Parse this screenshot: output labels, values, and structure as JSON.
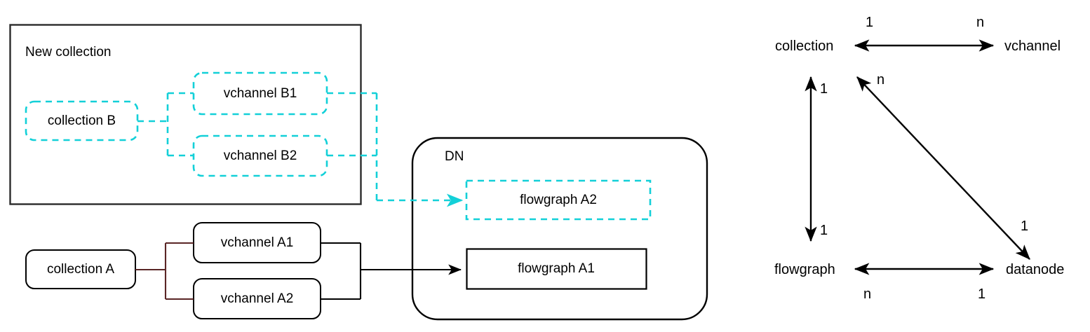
{
  "diagram": {
    "title_hidden": "",
    "colors": {
      "cyan": "#13d0d8",
      "maroon": "#5a2626",
      "black": "#000000",
      "box_border": "#2b2b2b",
      "background": "#ffffff"
    },
    "left": {
      "new_collection_group": "New collection",
      "dn_group": "DN",
      "collection_b": "collection B",
      "vchannel_b1": "vchannel B1",
      "vchannel_b2": "vchannel B2",
      "collection_a": "collection A",
      "vchannel_a1": "vchannel A1",
      "vchannel_a2": "vchannel A2",
      "flowgraph_a1": "flowgraph A1",
      "flowgraph_a2": "flowgraph A2"
    },
    "er": {
      "entities": {
        "collection": "collection",
        "vchannel": "vchannel",
        "flowgraph": "flowgraph",
        "datanode": "datanode"
      },
      "cardinalities": {
        "collection_to_vchannel_left": "1",
        "collection_to_vchannel_right": "n",
        "collection_to_flowgraph_top": "1",
        "collection_to_flowgraph_bottom": "1",
        "vchannel_to_datanode_top": "n",
        "vchannel_to_datanode_bottom": "1",
        "flowgraph_to_datanode_left": "n",
        "flowgraph_to_datanode_right": "1"
      }
    }
  }
}
